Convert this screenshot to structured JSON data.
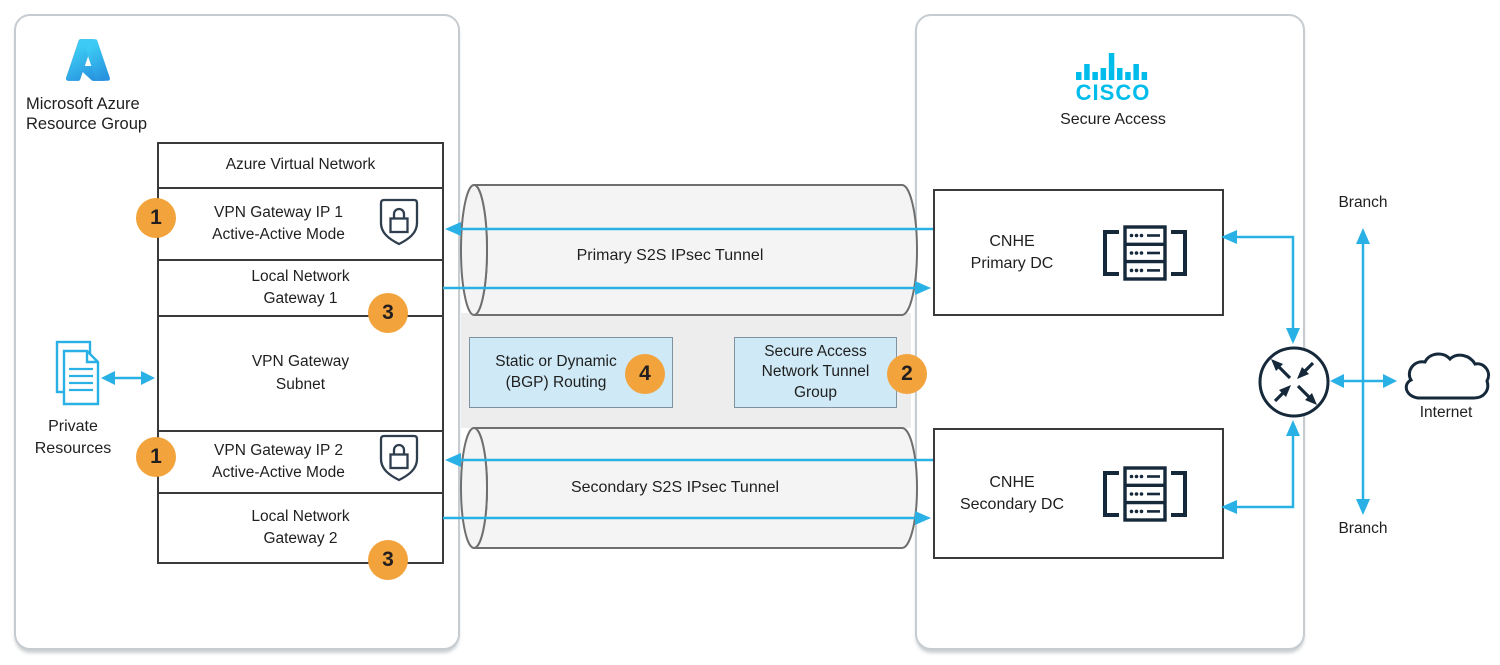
{
  "azure": {
    "title": "Microsoft Azure\nResource Group",
    "private_resources_label": "Private\nResources",
    "table": {
      "rows": [
        "Azure Virtual Network",
        "VPN Gateway IP 1\nActive-Active Mode",
        "Local Network\nGateway 1",
        "VPN Gateway\nSubnet",
        "VPN Gateway IP 2\nActive-Active Mode",
        "Local Network\nGateway 2"
      ]
    }
  },
  "tunnels": {
    "primary_label": "Primary S2S IPsec Tunnel",
    "secondary_label": "Secondary S2S IPsec Tunnel"
  },
  "callouts": {
    "routing_label": "Static or Dynamic\n(BGP) Routing",
    "tunnel_group_label": "Secure Access\nNetwork Tunnel\nGroup"
  },
  "badges": {
    "vpn_gateway_ip1": "1",
    "vpn_gateway_ip2": "1",
    "tunnel_group": "2",
    "local_gateway_1": "3",
    "local_gateway_2": "3",
    "routing": "4"
  },
  "cisco": {
    "brand": "CISCO",
    "product": "Secure Access",
    "primary_dc_label": "CNHE\nPrimary DC",
    "secondary_dc_label": "CNHE\nSecondary DC"
  },
  "right_side": {
    "branch_top": "Branch",
    "branch_bottom": "Branch",
    "internet_label": "Internet"
  },
  "colors": {
    "arrow_cyan": "#29b1e6",
    "cisco_cyan": "#00bceb",
    "badge_orange": "#f2a33b",
    "callout_blue": "#cfe9f6",
    "dark_navy": "#15293b"
  }
}
